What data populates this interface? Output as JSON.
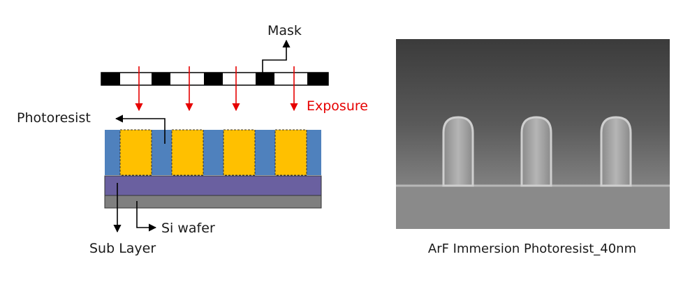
{
  "labels": {
    "mask": "Mask",
    "exposure": "Exposure",
    "photoresist": "Photoresist",
    "si_wafer": "Si wafer",
    "sub_layer": "Sub Layer"
  },
  "caption": "ArF Immersion Photoresist_40nm",
  "colors": {
    "photoresist": "#4f81bd",
    "exposed_resist": "#ffc000",
    "sub_layer": "#6a60a0",
    "si_wafer": "#7f7f7f",
    "exposure_arrow": "#e60000",
    "mask_dark": "#000000",
    "text": "#1a1a1a"
  }
}
